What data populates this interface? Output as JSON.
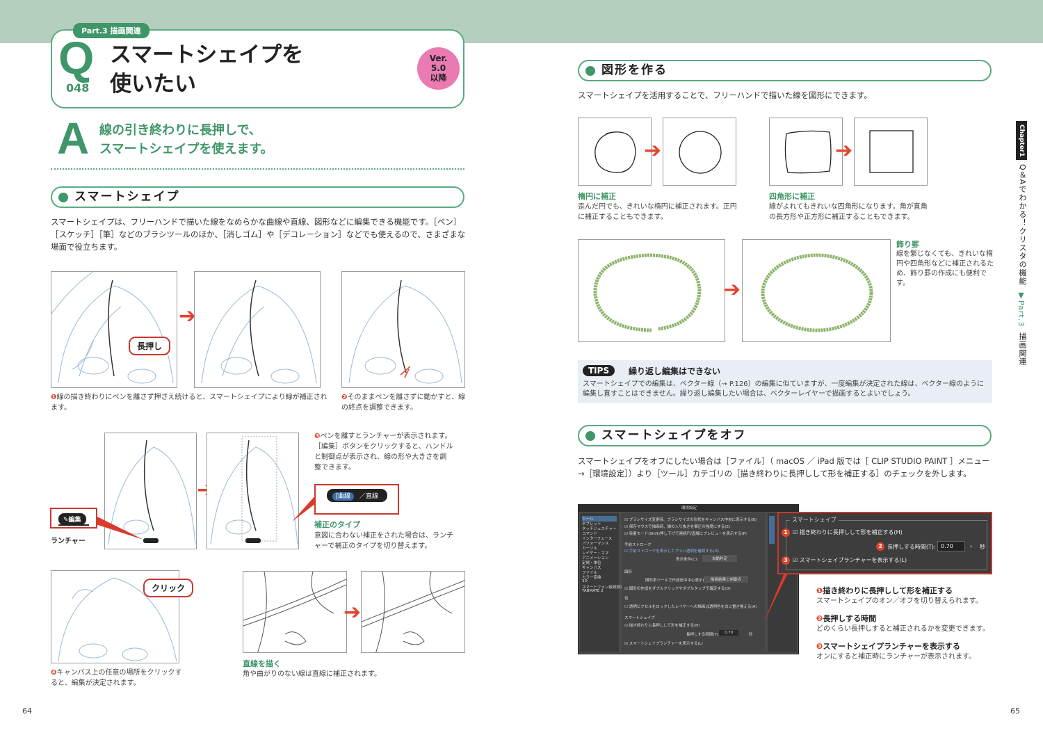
{
  "header": {
    "part": "Part.3 描画関連",
    "q_letter": "Q",
    "q_number": "048",
    "title_line1": "スマートシェイプを",
    "title_line2": "使いたい",
    "version": [
      "Ver.",
      "5.0",
      "以降"
    ]
  },
  "answer": {
    "letter": "A",
    "line1": "線の引き終わりに長押しで、",
    "line2": "スマートシェイプを使えます。"
  },
  "left": {
    "section1": {
      "title": "スマートシェイプ",
      "body": "スマートシェイプは、フリーハンドで描いた線をなめらかな曲線や直線、図形などに編集できる機能です。［ペン］［スケッチ］［筆］などのブラシツールのほか、［消しゴム］や［デコレーション］などでも使えるので、さまざまな場面で役立ちます。"
    },
    "callout_long_press": "長押し",
    "step1": {
      "num": "❶",
      "text": "線の描き終わりにペンを離さず押さえ続けると、スマートシェイプにより線が補正されます。"
    },
    "step2": {
      "num": "❷",
      "text": "そのままペンを離さずに動かすと、線の終点を調整できます。"
    },
    "step3": {
      "num": "❸",
      "text": "ペンを離すとランチャーが表示されます。［編集］ボタンをクリックすると、ハンドルと制御点が表示され、線の形や大きさを調整できます。"
    },
    "launcher_button": "編集",
    "launcher_caption": "ランチャー",
    "type_buttons": [
      "曲線",
      "直線"
    ],
    "correction_type": {
      "title": "補正のタイプ",
      "text": "意図に合わない補正をされた場合は、ランチャーで補正のタイプを切り替えます。"
    },
    "callout_click": "クリック",
    "step4": {
      "num": "❹",
      "text": "キャンバス上の任意の場所をクリックすると、編集が決定されます。"
    },
    "straight": {
      "title": "直線を描く",
      "text": "角や曲がりのない線は直線に補正されます。"
    },
    "page_number": "64"
  },
  "right": {
    "section2": {
      "title": "図形を作る",
      "body": "スマートシェイプを活用することで、フリーハンドで描いた線を図形にできます。"
    },
    "ellipse": {
      "title": "楕円に補正",
      "text": "歪んだ円でも、きれいな楕円に補正されます。正円に補正することもできます。"
    },
    "square": {
      "title": "四角形に補正",
      "text": "線がよれてもきれいな四角形になります。角が直角の長方形や正方形に補正することもできます。"
    },
    "border": {
      "title": "飾り罫",
      "text": "線を繋じなくても、きれいな楕円や四角形などに補正されるため、飾り罫の作成にも便利です。"
    },
    "tips": {
      "label": "TIPS",
      "title": "繰り返し編集はできない",
      "text": "スマートシェイプでの編集は、ベクター線（→ P.126）の編集に似ていますが、一度編集が決定された線は、ベクター線のように編集し直すことはできません。繰り返し編集したい場合は、ベクターレイヤーで描画するとよいでしょう。"
    },
    "section3": {
      "title": "スマートシェイプをオフ",
      "body": "スマートシェイプをオフにしたい場合は［ファイル］（ macOS ／ iPad 版では［ CLIP STUDIO PAINT ］メニュー→［環境設定］）より［ツール］カテゴリの［描き終わりに長押しして形を補正する］のチェックを外します。"
    },
    "dialog": {
      "title": "環境設定",
      "categories": [
        "ツール",
        "タブレット",
        "タッチジェスチャー",
        "コマンド",
        "インターフェース",
        "パフォーマンス",
        "カーソル",
        "レイヤー・コマ",
        "アニメーション",
        "定規・単位",
        "キャンバス",
        "ファイル",
        "カラー変換",
        "3D",
        "スマートフォン接続設定",
        "TABMATE 2"
      ],
      "lines": [
        "ブラシサイズ変更時、ブラシサイズの形状をキャンバス中央に表示する(B)",
        "保存マウスで描画時、線の入り抜きを筆圧の強度にする(E)",
        "吸着モード(Shift)押し下げで連続円/直線にプレビューを表示する(P)",
        "手前ストローク",
        "手前ストロークを表示してブラシ透明を確認する(D)",
        "表示条件(C):",
        "自動判定",
        "図形",
        "図形系ツールで作成途中中心表示(X):",
        "描画結果と制御点",
        "図形の作成をダブルクリックやダブルタップで確定する(D)",
        "色",
        "透明ピクセルをロックしたレイヤーへの描画は透明色を白に置き換える(A)",
        "スマートシェイプ",
        "描き終わりに長押しして形を補正する(H)",
        "長押しする時間(T):",
        "0.70",
        "秒",
        "スマートシェイプランチャーを表示する(L)"
      ]
    },
    "zoom": {
      "group": "スマートシェイプ",
      "opt1": "描き終わりに長押しして形を補正する(H)",
      "opt2_label": "長押しする時間(T):",
      "opt2_value": "0.70",
      "opt2_unit": "秒",
      "opt3": "スマートシェイプランチャーを表示する(L)",
      "markers": [
        "1",
        "2",
        "3"
      ]
    },
    "options": [
      {
        "num": "❶",
        "title": "描き終わりに長押しして形を補正する",
        "text": "スマートシェイプのオン／オフを切り替えられます。"
      },
      {
        "num": "❷",
        "title": "長押しする時間",
        "text": "どのくらい長押しすると補正されるかを変更できます。"
      },
      {
        "num": "❸",
        "title": "スマートシェイプランチャーを表示する",
        "text": "オンにすると補正時にランチャーが表示されます。"
      }
    ],
    "side_tab": {
      "chapter": "Chapter1",
      "text": "Q＆Aでわかる！クリスタの機能",
      "part": "▼Part.3",
      "part_title": "描画関連"
    },
    "page_number": "65"
  },
  "colors": {
    "green": "#3f9669",
    "band": "#b4cfbe",
    "red": "#e2452c",
    "pink": "#e97ab2",
    "tips_bg": "#e9eef6"
  }
}
